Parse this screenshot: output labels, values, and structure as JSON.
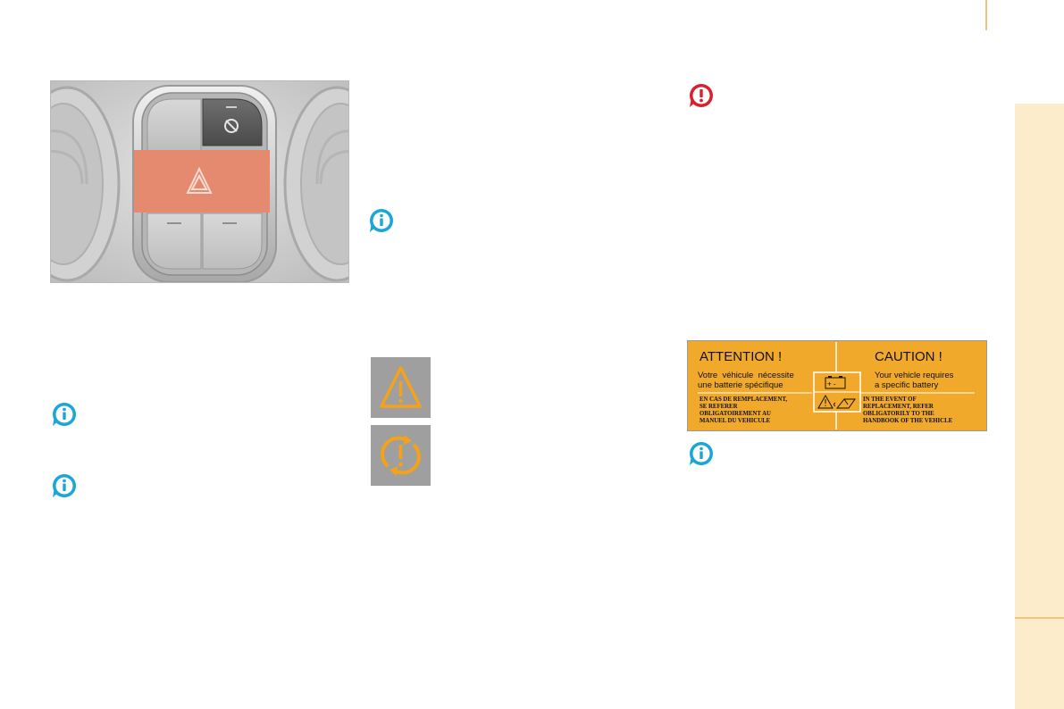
{
  "icons": {
    "hazard_button": "hazard-warning-triangle-icon",
    "switch_button": "dynamic-stability-control-off-icon",
    "info": "info-icon",
    "warning": "exclamation-warning-icon",
    "warning_lamp": "warning-triangle-icon",
    "service_lamp": "service-exclamation-icon"
  },
  "colors": {
    "hazard_button": "#e58a6e",
    "info": "#1aa6d6",
    "warning": "#d8202e",
    "lamp_symbol": "#f4a21a",
    "label_bg": "#f0a92b",
    "side_tab": "#fdeccb"
  },
  "battery_label": {
    "fr_heading": "ATTENTION !",
    "en_heading": "CAUTION !",
    "fr_line1": "Votre  véhicule  nécessite",
    "fr_line2": "une batterie spécifique",
    "en_line1": "Your vehicle requires",
    "en_line2": "a specific battery",
    "fr_notice": [
      "EN CAS DE REMPLACEMENT,",
      "SE REFERER",
      "OBLIGATOIREMENT AU",
      "MANUEL DU VEHICULE"
    ],
    "en_notice": [
      "IN THE EVENT OF",
      "REPLACEMENT, REFER",
      "OBLIGATORILY TO THE",
      "HANDBOOK OF THE VEHICLE"
    ],
    "battery_symbol": "+ -"
  }
}
